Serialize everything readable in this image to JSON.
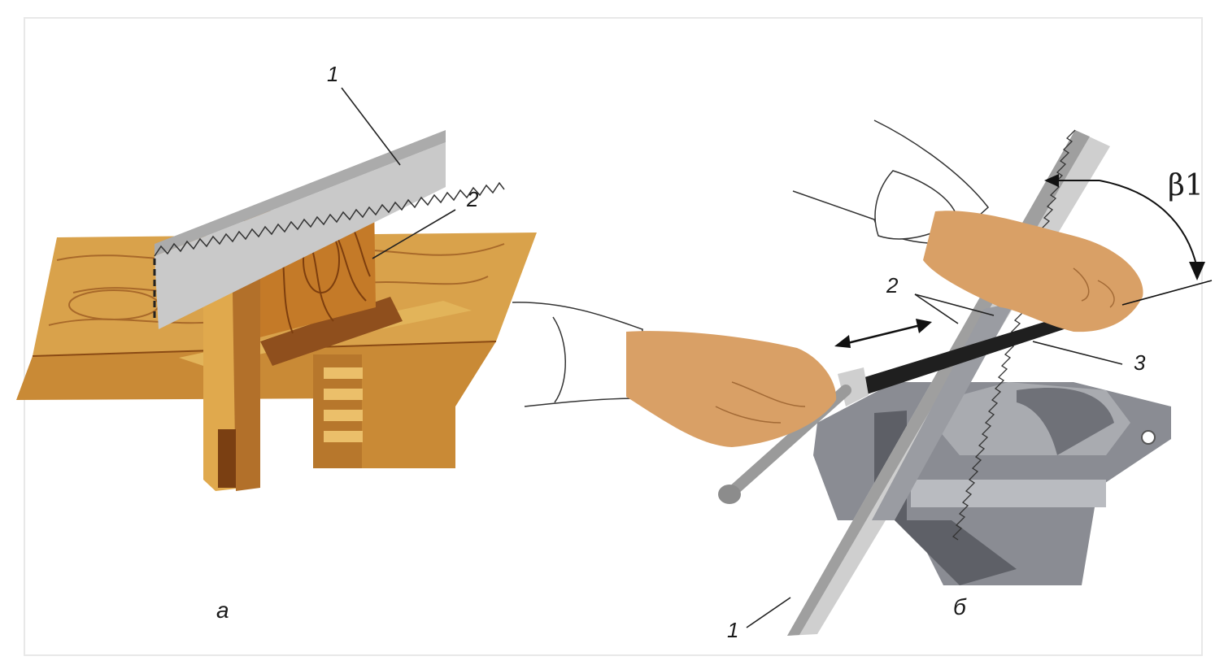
{
  "panel_a": {
    "caption": "а",
    "labels": {
      "saw": "1",
      "block": "2"
    }
  },
  "panel_b": {
    "caption": "б",
    "labels": {
      "saw": "1",
      "rails": "2",
      "file": "3",
      "angle": "β1"
    }
  },
  "colors": {
    "wood_light": "#d9a24b",
    "wood_mid": "#c78a36",
    "wood_dark": "#a35e1e",
    "wood_grain": "#8a4a14",
    "metal": "#c8c8c8",
    "metal_dark": "#8d8d8d",
    "vise": "#7f8188",
    "vise_light": "#a9abb0",
    "skin": "#d9a066",
    "skin_shadow": "#b37a45"
  }
}
